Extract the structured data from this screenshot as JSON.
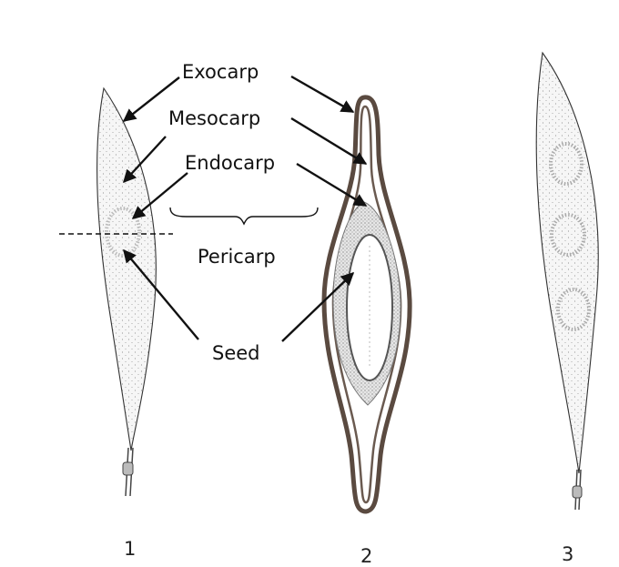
{
  "labels": {
    "exocarp": "Exocarp",
    "mesocarp": "Mesocarp",
    "endocarp": "Endocarp",
    "pericarp": "Pericarp",
    "seed": "Seed"
  },
  "figures": [
    {
      "number": "1"
    },
    {
      "number": "2"
    },
    {
      "number": "3"
    }
  ]
}
